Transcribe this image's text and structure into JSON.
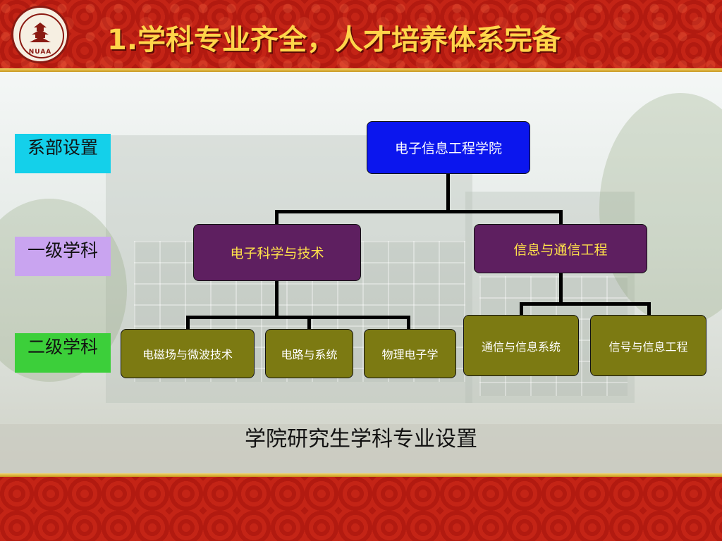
{
  "header": {
    "title": "1.学科专业齐全，人才培养体系完备",
    "logo_text": "NUAA"
  },
  "legend": {
    "department": "系部设置",
    "first_level": "一级学科",
    "second_level": "二级学科"
  },
  "org_chart": {
    "root": "电子信息工程学院",
    "first_level": [
      {
        "label": "电子科学与技术",
        "children": [
          "电磁场与微波技术",
          "电路与系统",
          "物理电子学"
        ]
      },
      {
        "label": "信息与通信工程",
        "children": [
          "通信与信息系统",
          "信号与信息工程"
        ]
      }
    ]
  },
  "caption": "学院研究生学科专业设置",
  "colors": {
    "root": "#0b16ee",
    "first_level": "#5e1f60",
    "first_level_text": "#ffe14a",
    "second_level": "#7c7a12",
    "legend_department": "#14d0ea",
    "legend_first": "#c9a4f0",
    "legend_second": "#3ccf3a",
    "title_text": "#ffd54a",
    "banner": "#b01810"
  }
}
